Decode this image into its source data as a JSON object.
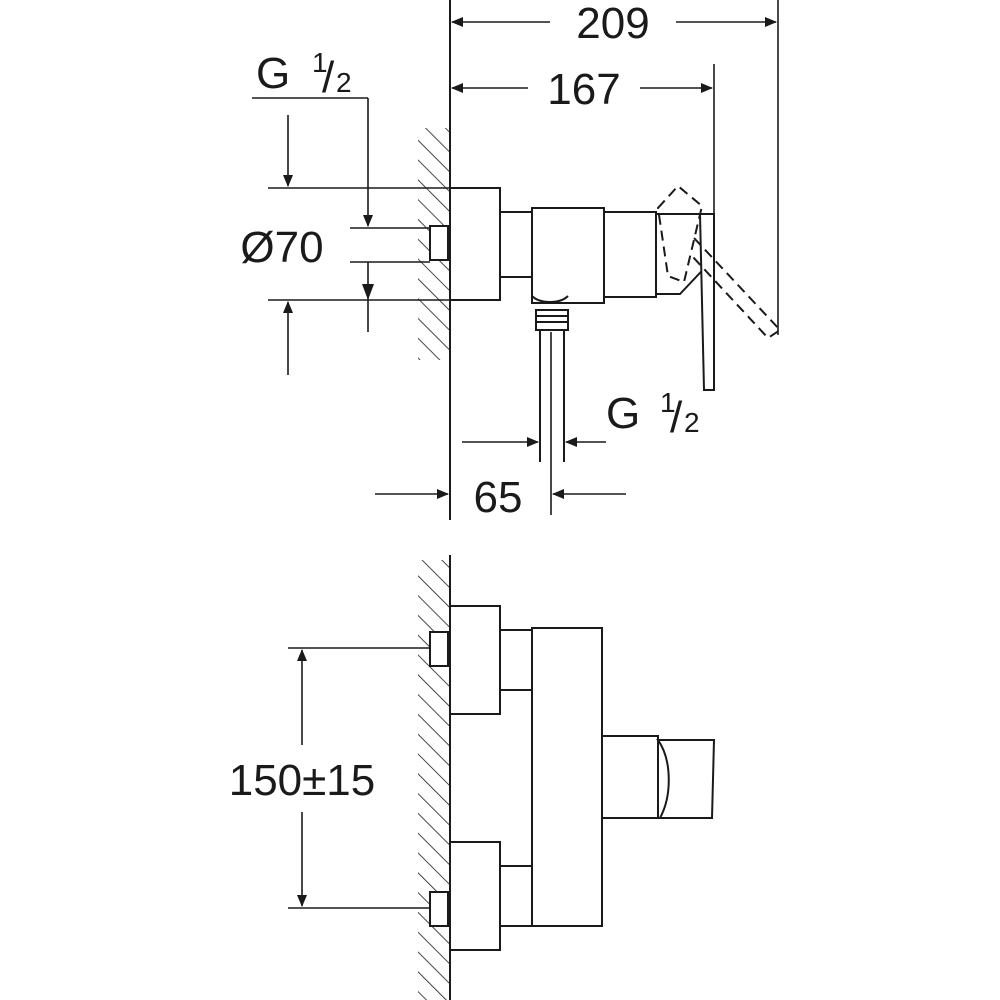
{
  "top_view": {
    "dim_overall": "209",
    "dim_lever_reach": "167",
    "dim_outlet_offset": "65",
    "dim_rosette_diameter": "Ø70",
    "inlet_thread": {
      "prefix": "G",
      "num": "1",
      "slash": "/",
      "den": "2"
    },
    "outlet_thread": {
      "prefix": "G",
      "num": "1",
      "slash": "/",
      "den": "2"
    }
  },
  "front_view": {
    "dim_inlet_spacing": "150±15"
  },
  "colors": {
    "line": "#1a1a1a",
    "background": "#ffffff"
  }
}
